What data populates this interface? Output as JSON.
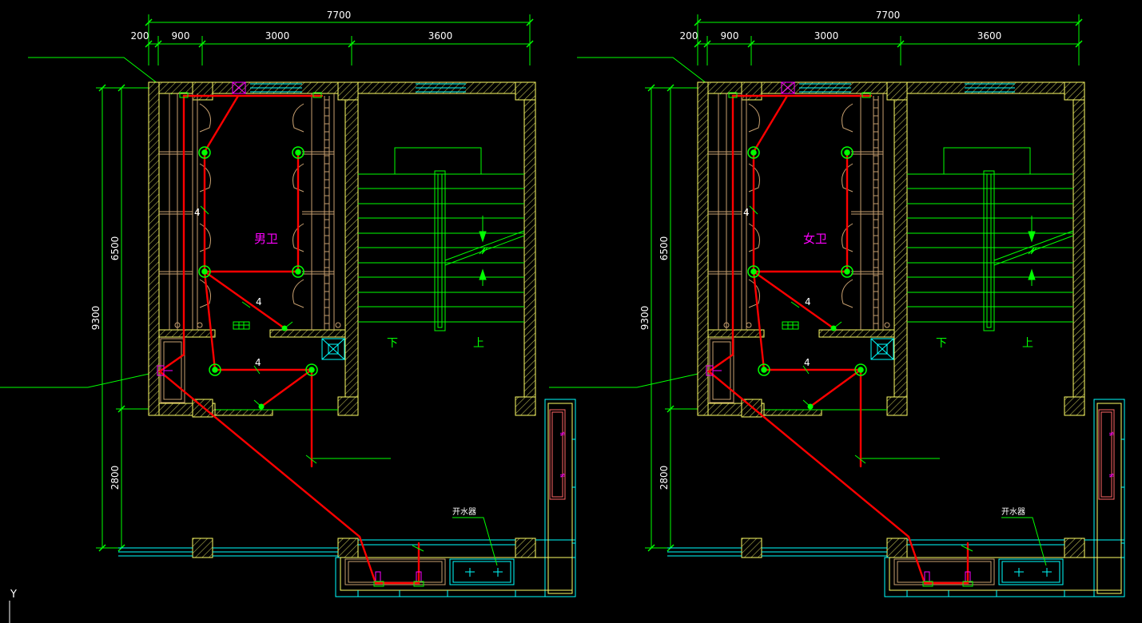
{
  "dimensions": {
    "overall_width": "7700",
    "segments": [
      "200",
      "900",
      "3000",
      "3600"
    ],
    "overall_height": "9300",
    "height_upper": "6500",
    "height_lower": "2800"
  },
  "plans": [
    {
      "room_label": "男卫",
      "pipe_labels": [
        "4",
        "4",
        "4"
      ],
      "stair_down": "下",
      "stair_up": "上",
      "heater_label": "开水器"
    },
    {
      "room_label": "女卫",
      "pipe_labels": [
        "4",
        "4",
        "4"
      ],
      "stair_down": "下",
      "stair_up": "上",
      "heater_label": "开水器"
    }
  ],
  "ucs": {
    "y_label": "Y"
  },
  "colors": {
    "background": "#000000",
    "wall": "#ffff66",
    "hatch": "#b5b550",
    "pipe": "#ff0000",
    "fixture": "#00ff00",
    "dimension": "#00ff00",
    "window": "#00ffff",
    "magenta": "#ff00ff",
    "furniture": "#c8a070"
  }
}
